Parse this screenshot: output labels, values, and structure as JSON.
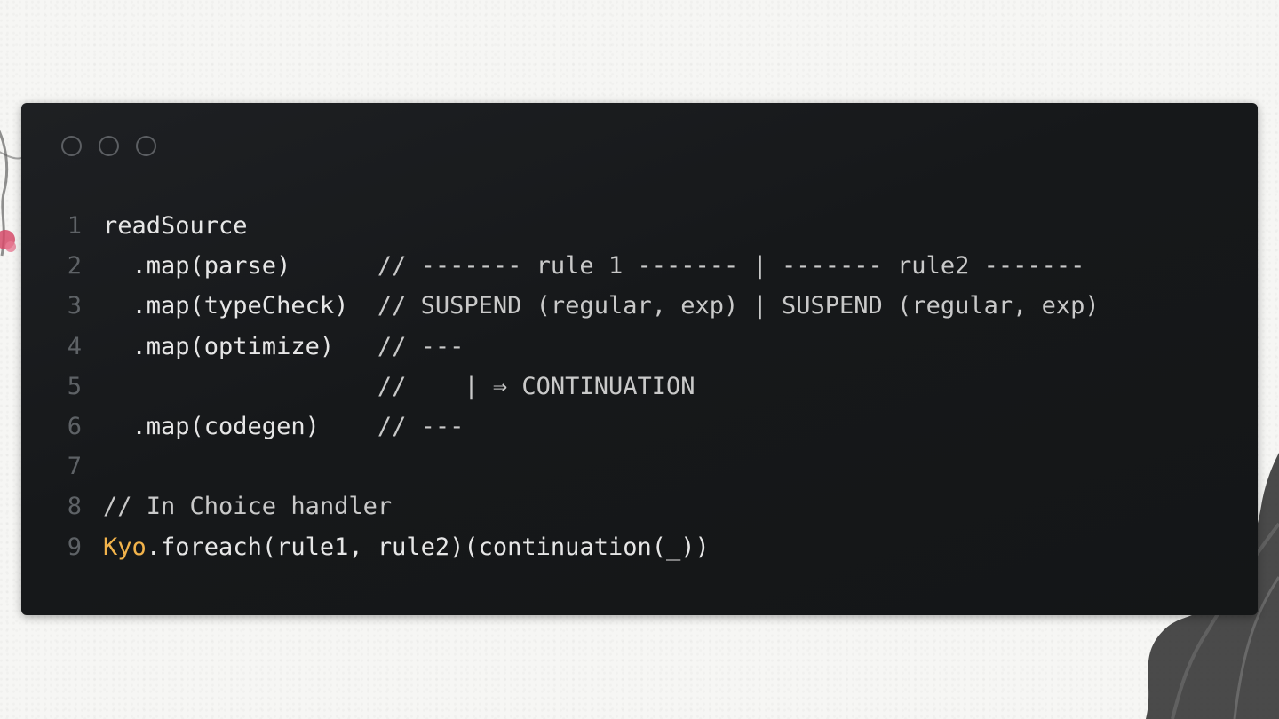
{
  "window": {
    "controls": [
      "close-control",
      "minimize-control",
      "maximize-control"
    ]
  },
  "code": {
    "lines": [
      {
        "num": "1",
        "segments": [
          {
            "text": "readSource",
            "style": "plain"
          }
        ]
      },
      {
        "num": "2",
        "segments": [
          {
            "text": "  .map(parse)      ",
            "style": "plain"
          },
          {
            "text": "// ------- rule 1 ------- | ------- rule2 -------",
            "style": "cmt"
          }
        ]
      },
      {
        "num": "3",
        "segments": [
          {
            "text": "  .map(typeCheck)  ",
            "style": "plain"
          },
          {
            "text": "// SUSPEND (regular, exp) | SUSPEND (regular, exp)",
            "style": "cmt"
          }
        ]
      },
      {
        "num": "4",
        "segments": [
          {
            "text": "  .map(optimize)   ",
            "style": "plain"
          },
          {
            "text": "// ---",
            "style": "cmt"
          }
        ]
      },
      {
        "num": "5",
        "segments": [
          {
            "text": "                   ",
            "style": "plain"
          },
          {
            "text": "//    | ⇒ CONTINUATION",
            "style": "cmt"
          }
        ]
      },
      {
        "num": "6",
        "segments": [
          {
            "text": "  .map(codegen)    ",
            "style": "plain"
          },
          {
            "text": "// ---",
            "style": "cmt"
          }
        ]
      },
      {
        "num": "7",
        "segments": [
          {
            "text": "",
            "style": "plain"
          }
        ]
      },
      {
        "num": "8",
        "segments": [
          {
            "text": "// In Choice handler",
            "style": "cmt"
          }
        ]
      },
      {
        "num": "9",
        "segments": [
          {
            "text": "Kyo",
            "style": "kw"
          },
          {
            "text": ".foreach(rule1, rule2)(continuation(_))",
            "style": "plain"
          }
        ]
      }
    ]
  },
  "colors": {
    "keyword": "#f2b34b",
    "text": "#e6e6e6",
    "line_number": "#5e6266",
    "window_bg": "#17191b"
  }
}
